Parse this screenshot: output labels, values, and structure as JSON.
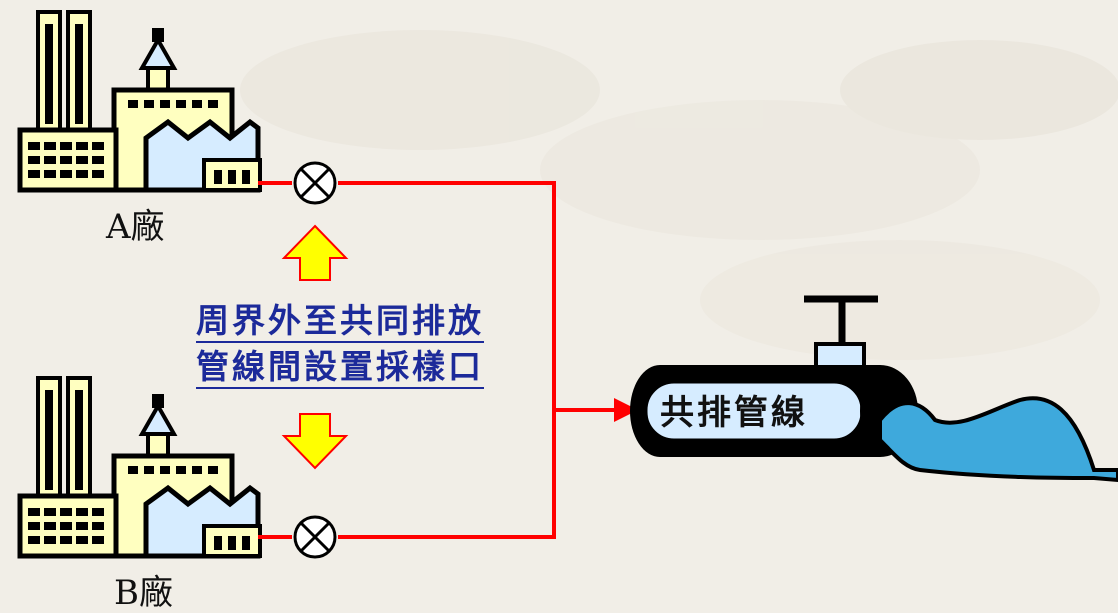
{
  "factories": [
    {
      "label": "A廠"
    },
    {
      "label": "B廠"
    }
  ],
  "sampling_note": {
    "line1": "周界外至共同排放",
    "line2": "管線間設置採樣口"
  },
  "discharge_pipe": {
    "label": "共排管線"
  },
  "colors": {
    "pipe_line": "#ff0000",
    "arrow_fill": "#ffff00",
    "arrow_stroke": "#ff0000",
    "note_text": "#1c2a9a",
    "factory_body": "#ffffc0",
    "factory_window": "#d6ecff",
    "water": "#3ea9dc",
    "pipe_inner": "#d6ecff"
  }
}
